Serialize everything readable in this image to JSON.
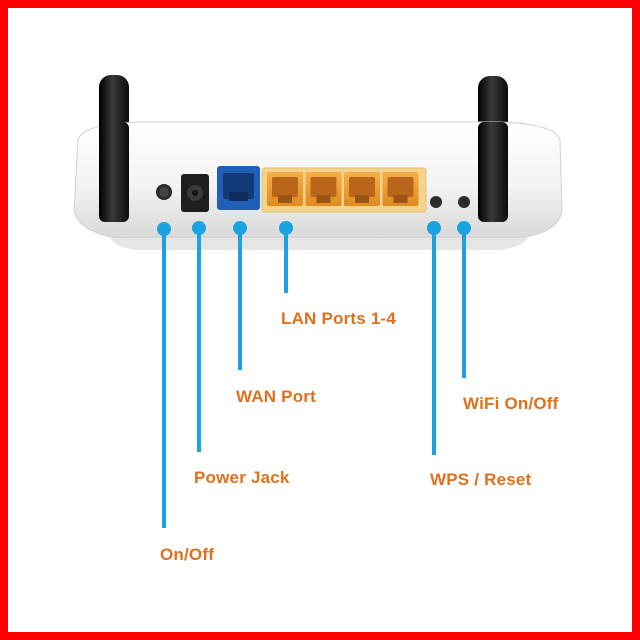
{
  "colors": {
    "border": "#ff0000",
    "callout_line": "#1aa3e0",
    "label_text": "#e0701c",
    "router_body": "#f2f2f2",
    "wan_port": "#1f5fb8",
    "lan_port": "#f0a23a",
    "antenna": "#1a1a1a"
  },
  "labels": {
    "on_off": "On/Off",
    "power_jack": "Power Jack",
    "wan_port": "WAN Port",
    "lan_ports": "LAN Ports 1-4",
    "wifi_on_off": "WiFi On/Off",
    "wps_reset": "WPS / Reset"
  },
  "ports": {
    "lan_count": 4
  }
}
